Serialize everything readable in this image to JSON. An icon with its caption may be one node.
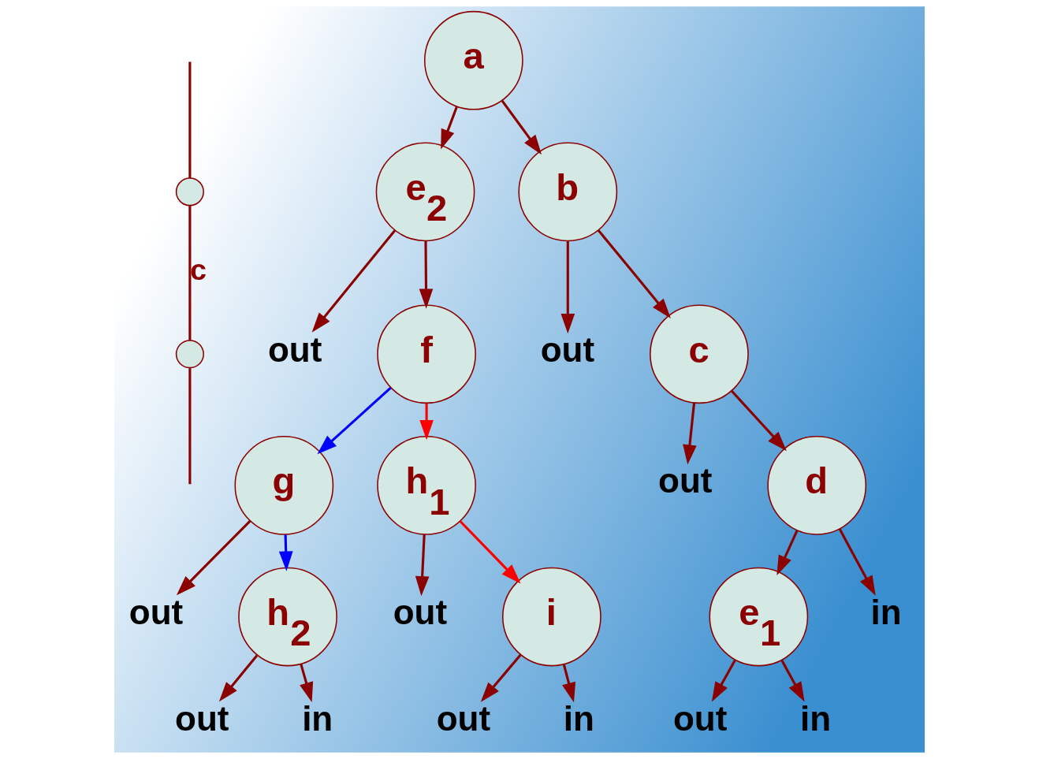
{
  "diagram": {
    "nodes": [
      {
        "text": [],
        "shape": "circle"
      },
      {
        "text": [],
        "shape": "circle"
      },
      {
        "text": [
          "a"
        ]
      },
      {
        "text": [
          "e$_{2}$"
        ]
      },
      {
        "text": [
          "b"
        ]
      },
      {
        "text": [
          "out"
        ]
      },
      {
        "text": [
          "f"
        ]
      },
      {
        "text": [
          "out"
        ]
      },
      {
        "text": [
          "c"
        ]
      },
      {
        "text": [
          "g"
        ]
      },
      {
        "text": [
          "h$_{1}$"
        ]
      },
      {
        "text": [
          "out"
        ]
      },
      {
        "text": [
          "d"
        ]
      },
      {
        "text": [
          "out"
        ]
      },
      {
        "text": [
          "h$_{2}$"
        ]
      },
      {
        "text": [
          "out"
        ]
      },
      {
        "text": [
          "i"
        ]
      },
      {
        "text": [
          "e$_{1}$"
        ]
      },
      {
        "text": [
          "in"
        ]
      },
      {
        "text": [
          "out"
        ]
      },
      {
        "text": [
          "in"
        ]
      },
      {
        "text": [
          "out"
        ]
      },
      {
        "text": [
          "in"
        ]
      },
      {
        "text": [
          "out"
        ]
      },
      {
        "text": [
          "in"
        ]
      }
    ],
    "edges": [
      {
        "from": null,
        "to": 0,
        "arrow": "none"
      },
      {
        "from": 0,
        "to": 1,
        "arrow": "none",
        "label": "c"
      },
      {
        "from": 1,
        "to": null,
        "arrow": "none"
      },
      {
        "from": 2,
        "to": 3,
        "arrow": "to"
      },
      {
        "from": 2,
        "to": 4,
        "arrow": "to"
      },
      {
        "from": 3,
        "to": 5,
        "arrow": "to"
      },
      {
        "from": 3,
        "to": 6,
        "arrow": "to"
      },
      {
        "from": 4,
        "to": 7,
        "arrow": "to"
      },
      {
        "from": 4,
        "to": 8,
        "arrow": "to"
      },
      {
        "from": 6,
        "to": 9,
        "arrow": "to",
        "color": "#0000ff"
      },
      {
        "from": 6,
        "to": 10,
        "arrow": "to",
        "color": "#ff0000"
      },
      {
        "from": 8,
        "to": 11,
        "arrow": "to"
      },
      {
        "from": 8,
        "to": 12,
        "arrow": "to"
      },
      {
        "from": 9,
        "to": 13,
        "arrow": "to"
      },
      {
        "from": 9,
        "to": 14,
        "arrow": "to",
        "color": "#0000ff"
      },
      {
        "from": 10,
        "to": 15,
        "arrow": "to"
      },
      {
        "from": 10,
        "to": 16,
        "arrow": "to",
        "color": "#ff0000"
      },
      {
        "from": 12,
        "to": 17,
        "arrow": "to"
      },
      {
        "from": 12,
        "to": 18,
        "arrow": "to"
      },
      {
        "from": 14,
        "to": 19,
        "arrow": "to"
      },
      {
        "from": 14,
        "to": 20,
        "arrow": "to"
      },
      {
        "from": 16,
        "to": 21,
        "arrow": "to"
      },
      {
        "from": 16,
        "to": 22,
        "arrow": "to"
      },
      {
        "from": 17,
        "to": 23,
        "arrow": "to"
      },
      {
        "from": 17,
        "to": 24,
        "arrow": "to"
      }
    ]
  }
}
